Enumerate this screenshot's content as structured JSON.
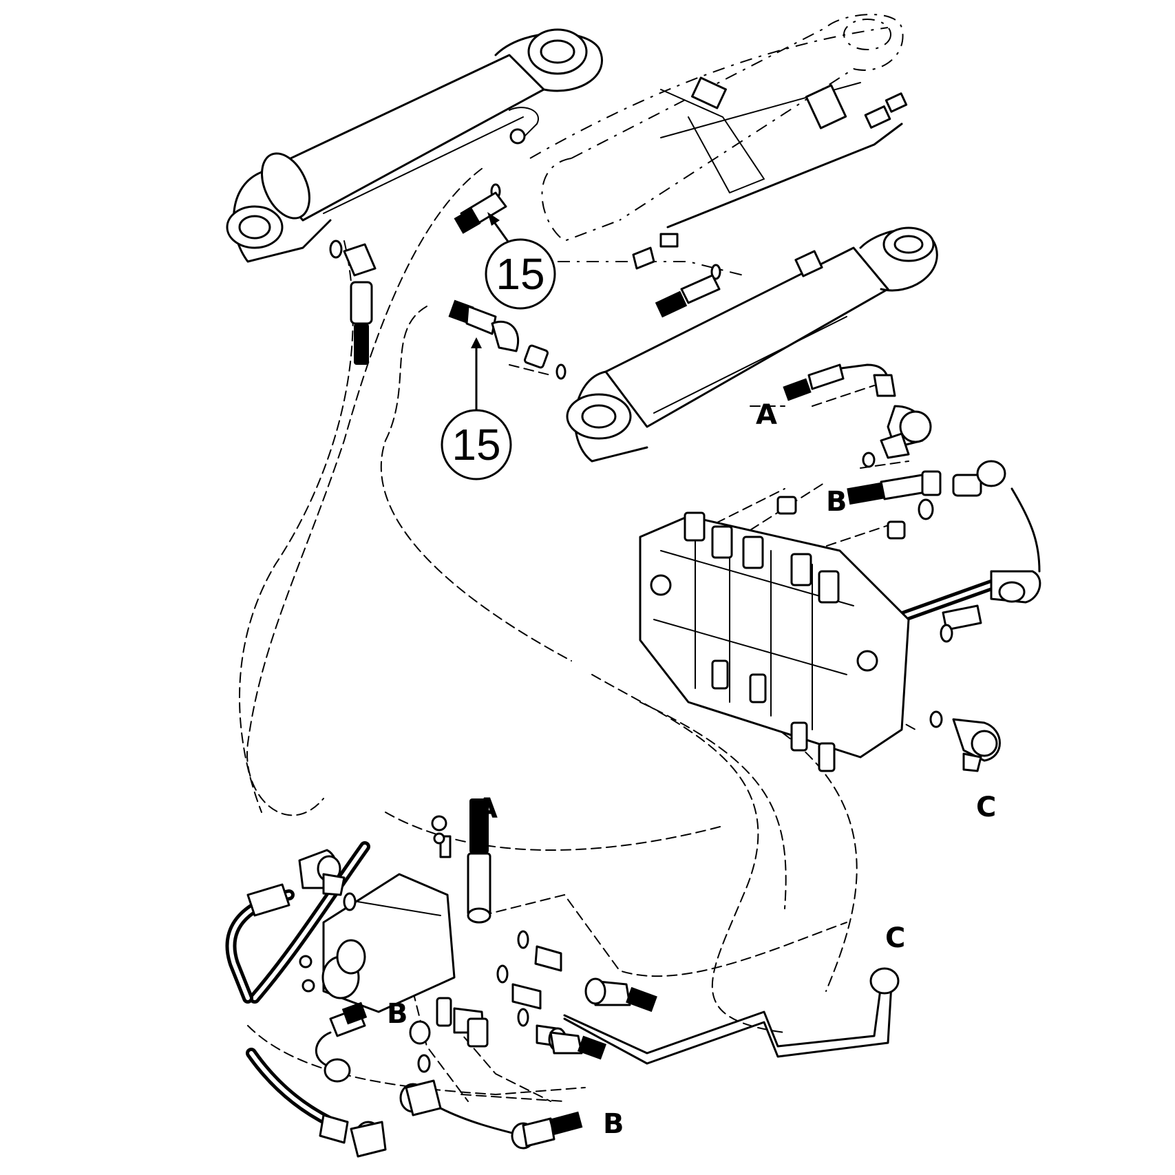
{
  "callouts": [
    {
      "id": "callout-upper",
      "number": "15"
    },
    {
      "id": "callout-lower",
      "number": "15"
    }
  ],
  "connection_labels": {
    "a_top": "A",
    "a_bottom": "A",
    "b_top": "B",
    "b_valve": "B",
    "b_bottom": "B",
    "c_right": "C",
    "c_bottom": "C"
  }
}
